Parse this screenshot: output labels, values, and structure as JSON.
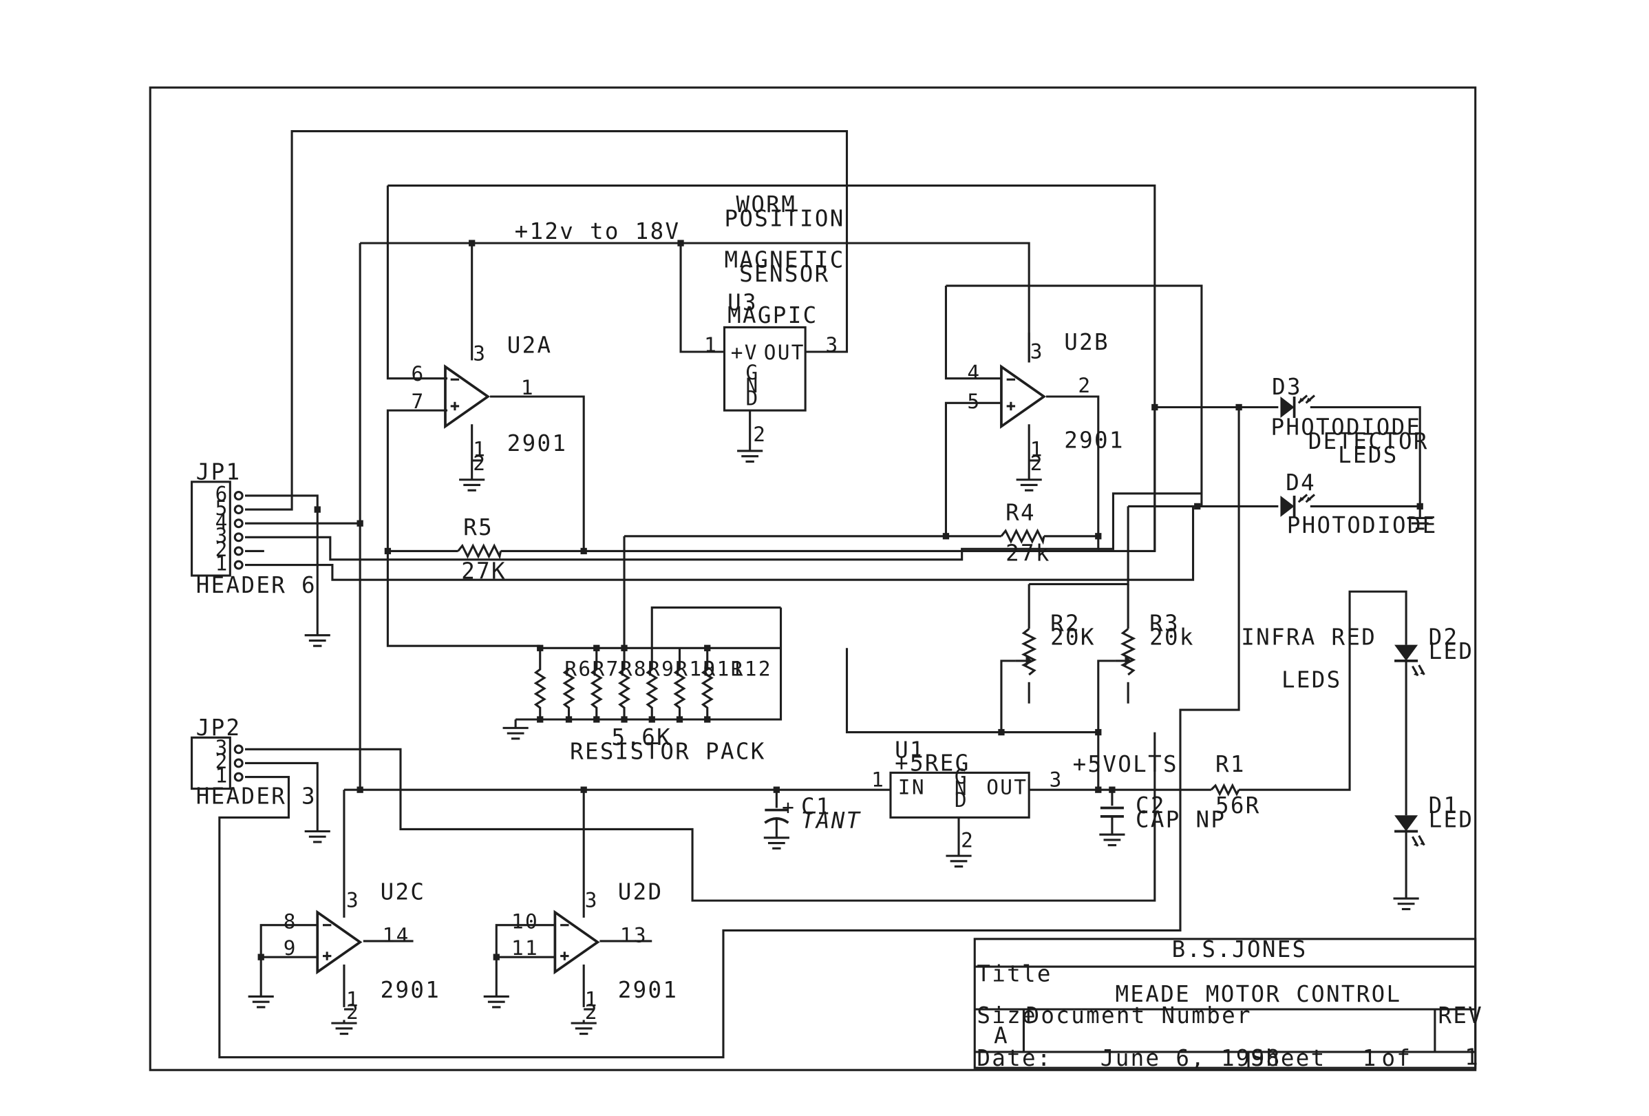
{
  "supply": {
    "label": "+12v to 18V",
    "five_volt_label": "+5VOLTS"
  },
  "sensor": {
    "title1": "WORM",
    "title2": "POSITION",
    "title3": "MAGNETIC",
    "title4": "SENSOR",
    "ref": "U3",
    "part": "MAGPIC",
    "pin_v": "+V",
    "pin_out": "OUT",
    "gnd_g": "G",
    "gnd_n": "N",
    "gnd_d": "D",
    "pin1": "1",
    "pin2": "2",
    "pin3": "3"
  },
  "u2a": {
    "ref": "U2A",
    "part": "2901",
    "p6": "6",
    "p7": "7",
    "p1": "1",
    "p3": "3",
    "p12": "1",
    "p12b": "2"
  },
  "u2b": {
    "ref": "U2B",
    "part": "2901",
    "p4": "4",
    "p5": "5",
    "p2": "2",
    "p3": "3",
    "p12": "1",
    "p12b": "2"
  },
  "u2c": {
    "ref": "U2C",
    "part": "2901",
    "p8": "8",
    "p9": "9",
    "p14": "14",
    "p3": "3",
    "p12": "1",
    "p12b": "2"
  },
  "u2d": {
    "ref": "U2D",
    "part": "2901",
    "p10": "10",
    "p11": "11",
    "p13": "13",
    "p3": "3",
    "p12": "1",
    "p12b": "2"
  },
  "jp1": {
    "ref": "JP1",
    "pins": [
      "6",
      "5",
      "4",
      "3",
      "2",
      "1"
    ],
    "label": "HEADER 6"
  },
  "jp2": {
    "ref": "JP2",
    "pins": [
      "3",
      "2",
      "1"
    ],
    "label": "HEADER 3"
  },
  "resistors": {
    "r5": {
      "ref": "R5",
      "value": "27K"
    },
    "r4": {
      "ref": "R4",
      "value": "27k"
    },
    "r2": {
      "ref": "R2",
      "value": "20K"
    },
    "r3": {
      "ref": "R3",
      "value": "20k"
    },
    "r1": {
      "ref": "R1",
      "value": "56R"
    },
    "pack_refs": [
      "R6",
      "R7",
      "R8",
      "R9",
      "R10",
      "R11",
      "R12"
    ],
    "pack_value": "5.6K",
    "pack_label": "RESISTOR PACK"
  },
  "regulator": {
    "ref": "U1",
    "part": "+5REG",
    "pin_in": "IN",
    "pin_out": "OUT",
    "gnd_g": "G",
    "gnd_n": "N",
    "gnd_d": "D",
    "pin1": "1",
    "pin2": "2",
    "pin3": "3"
  },
  "capacitors": {
    "c1": {
      "ref": "C1",
      "value": "TANT",
      "plus": "+"
    },
    "c2": {
      "ref": "C2",
      "value": "CAP NP"
    }
  },
  "diodes": {
    "d3": {
      "ref": "D3",
      "label1": "PHOTODIODE",
      "label2": "DETECTOR",
      "label3": "LEDS"
    },
    "d4": {
      "ref": "D4",
      "label": "PHOTODIODE"
    },
    "ir_label1": "INFRA RED",
    "ir_label2": "LEDS",
    "d2": {
      "ref": "D2",
      "value": "LED"
    },
    "d1": {
      "ref": "D1",
      "value": "LED"
    }
  },
  "title_block": {
    "author": "B.S.JONES",
    "title_label": "Title",
    "title": "MEADE MOTOR CONTROL",
    "size_label": "Size",
    "size": "A",
    "doc_label": "Document Number",
    "rev_label": "REV",
    "date_label": "Date:",
    "date": "June  6, 1998",
    "sheet_label": "Sheet",
    "sheet": "1",
    "of_label": "of",
    "of_total": "1"
  }
}
